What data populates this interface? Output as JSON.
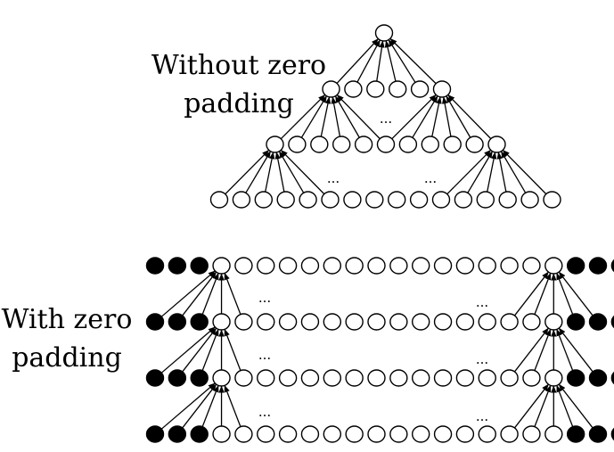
{
  "labels": {
    "top_line1": "Without zero",
    "top_line2": "padding",
    "bottom_line1": "With zero",
    "bottom_line2": "padding"
  },
  "ellipsis": "...",
  "colors": {
    "stroke": "#000000",
    "padding_fill": "#000000",
    "node_fill": "#ffffff"
  },
  "without_padding": {
    "layer_node_counts": [
      1,
      6,
      11,
      16
    ]
  },
  "with_padding": {
    "layer_count": 4,
    "padding_per_side": 3,
    "inner_node_count": 16
  }
}
